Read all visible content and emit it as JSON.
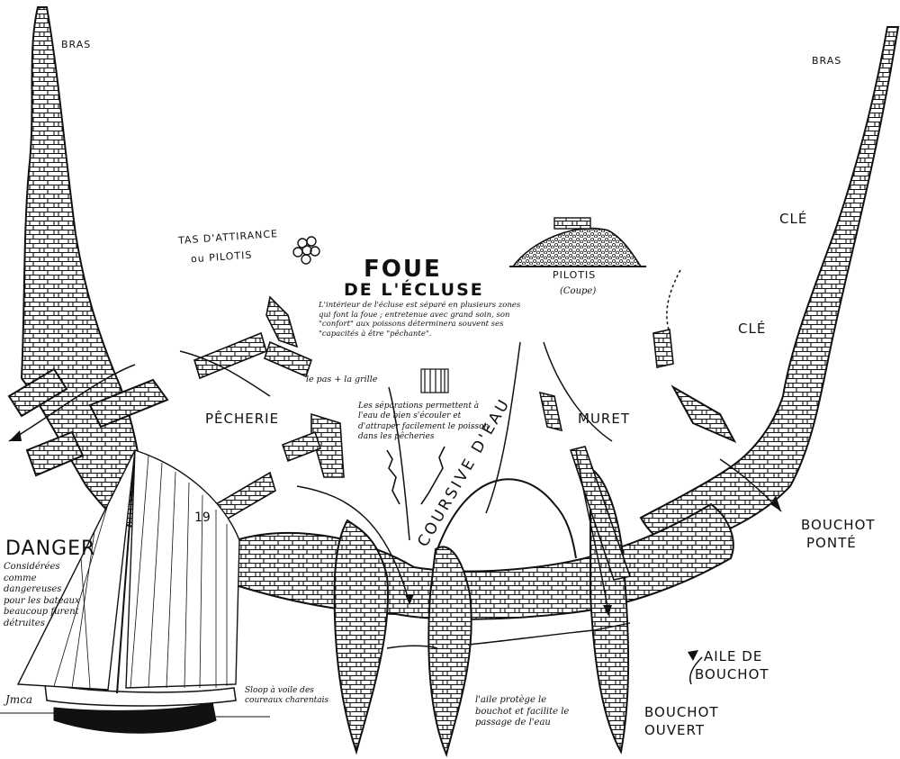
{
  "labels": {
    "bras_left": "BRAS",
    "bras_right": "BRAS",
    "tas": "TAS D'ATTIRANCE",
    "tas_sub": "ou PILOTIS",
    "title_line1": "FOUE",
    "title_line2": "DE L'ÉCLUSE",
    "foue_note": "L'intérieur de l'écluse est séparé en plusieurs zones qui font la foue ; entretenue avec grand soin, son \"confort\" aux poissons déterminera souvent ses \"capacités à être \"pêchante\".",
    "pilotis": "PILOTIS",
    "pilotis_sub": "(Coupe)",
    "cle_top": "CLÉ",
    "cle_mid": "CLÉ",
    "pas_grille": "le pas + la grille",
    "separations_note": "Les séparations permettent à l'eau de bien s'écouler et d'attraper facilement le poisson dans les pêcheries",
    "pecherie": "PÊCHERIE",
    "muret": "MURET",
    "coursive": "COURSIVE D'EAU",
    "bouchot_ponte_1": "BOUCHOT",
    "bouchot_ponte_2": "PONTÉ",
    "danger": "DANGER",
    "danger_note": "Considérées comme dangereuses pour les bateaux beaucoup furent détruites",
    "aile_1": "AILE DE",
    "aile_2": "BOUCHOT",
    "aile_note": "l'aile protège le bouchot et facilite le passage de l'eau",
    "bouchot_ouvert_1": "BOUCHOT",
    "bouchot_ouvert_2": "OUVERT",
    "sloop_note": "Sloop à voile des coureaux charentais",
    "sail_number": "19",
    "signature": "Jmca"
  },
  "colors": {
    "ink": "#111111",
    "paper": "#ffffff"
  }
}
